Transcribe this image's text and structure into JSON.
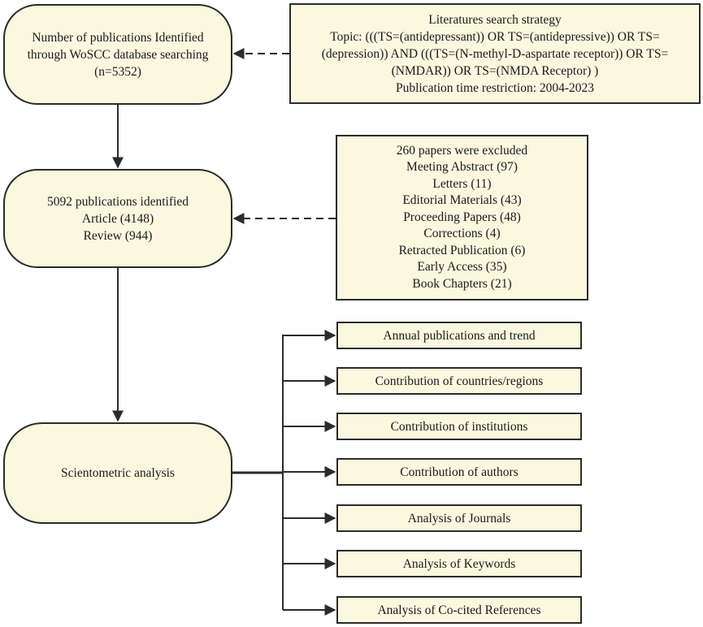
{
  "identification": {
    "lines": [
      "Number of publications Identified",
      "through WoSCC database searching",
      "(n=5352)"
    ]
  },
  "search_strategy": {
    "lines": [
      "Literatures search strategy",
      "Topic: (((TS=(antidepressant)) OR TS=(antidepressive)) OR TS=",
      "(depression)) AND (((TS=(N-methyl-D-aspartate receptor)) OR TS=",
      "(NMDAR)) OR TS=(NMDA Receptor) )",
      "Publication time restriction: 2004-2023"
    ]
  },
  "screening": {
    "lines": [
      "5092 publications identified",
      "Article (4148)",
      "Review (944)"
    ]
  },
  "exclusions": {
    "lines": [
      "260 papers were excluded",
      "Meeting Abstract (97)",
      "Letters (11)",
      "Editorial Materials (43)",
      "Proceeding Papers (48)",
      "Corrections (4)",
      "Retracted Publication  (6)",
      "Early Access (35)",
      "Book Chapters (21)"
    ]
  },
  "analysis": {
    "label": "Scientometric analysis"
  },
  "outputs": [
    "Annual publications and trend",
    "Contribution of countries/regions",
    "Contribution of institutions",
    "Contribution of authors",
    "Analysis of Journals",
    "Analysis of Keywords",
    "Analysis of Co-cited References"
  ],
  "colors": {
    "box_fill": "#fbf8df",
    "stroke": "#2b2b2b"
  }
}
